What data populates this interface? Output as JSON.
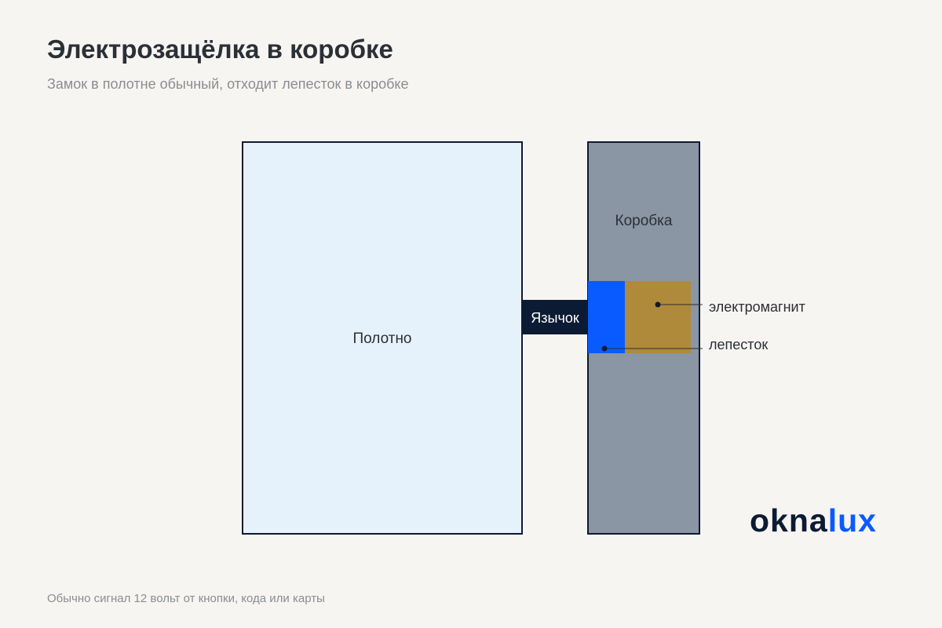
{
  "header": {
    "title": "Электрозащёлка в коробке",
    "subtitle": "Замок в полотне обычный, отходит лепесток в коробке"
  },
  "diagram": {
    "door_leaf_label": "Полотно",
    "frame_label": "Коробка",
    "latch_label": "Язычок",
    "callouts": {
      "electromagnet": "электромагнит",
      "strike_plate": "лепесток"
    }
  },
  "footer": {
    "note": "Обычно сигнал 12 вольт от кнопки, кода или карты"
  },
  "logo": {
    "part_a": "okna",
    "part_b": "lux"
  },
  "colors": {
    "background": "#f7f5f2",
    "door_leaf_fill": "#e6f2fb",
    "frame_fill": "#8a96a3",
    "outline": "#0b1b33",
    "latch_fill": "#0b1b33",
    "strike_plate_fill": "#0a5bff",
    "electromagnet_fill": "#b08a3b",
    "accent": "#0a5bff"
  }
}
